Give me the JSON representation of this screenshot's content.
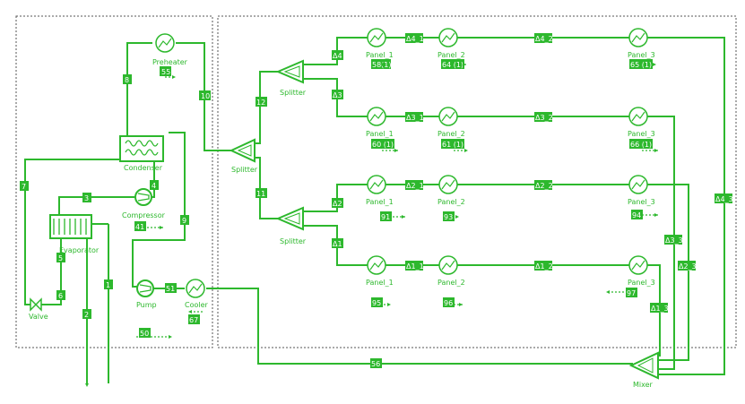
{
  "streams": {
    "s1": "1",
    "s2": "2",
    "s3": "3",
    "s4": "4",
    "s5": "5",
    "s6": "6",
    "s7": "7",
    "s8": "8",
    "s9": "9",
    "s10": "10",
    "s11": "11",
    "s12": "12",
    "s41": "41",
    "s50": "50",
    "s51": "51",
    "s55": "55",
    "s56": "56",
    "s67": "67",
    "s58": "58(1)",
    "s64": "64 (1)",
    "s65": "65 (1)",
    "s60": "60 (1)",
    "s61": "61 (1)",
    "s66": "66 (1)",
    "s91": "91",
    "s93": "93",
    "s94": "94",
    "s95": "95",
    "s96": "96",
    "s97": "97",
    "d1": "Δ1",
    "d2": "Δ2",
    "d3": "Δ3",
    "d4": "Δ4",
    "d1_1": "Δ1_1",
    "d1_2": "Δ1_2",
    "d1_3": "Δ1_3",
    "d2_1": "Δ2_1",
    "d2_2": "Δ2_2",
    "d2_3": "Δ2_3",
    "d3_1": "Δ3_1",
    "d3_2": "Δ3_2",
    "d3_3": "Δ3_3",
    "d4_1": "Δ4_1",
    "d4_2": "Δ4_2",
    "d4_3": "Δ4_3"
  },
  "units": {
    "preheater": "Preheater",
    "condenser": "Condenser",
    "compressor": "Compressor",
    "evaporator": "Evaporator",
    "valve": "Valve",
    "pump": "Pump",
    "cooler": "Cooler",
    "splitter": "Splitter",
    "mixer": "Mixer",
    "p1": "Panel_1",
    "p2": "Panel_2",
    "p3": "Panel_3"
  }
}
